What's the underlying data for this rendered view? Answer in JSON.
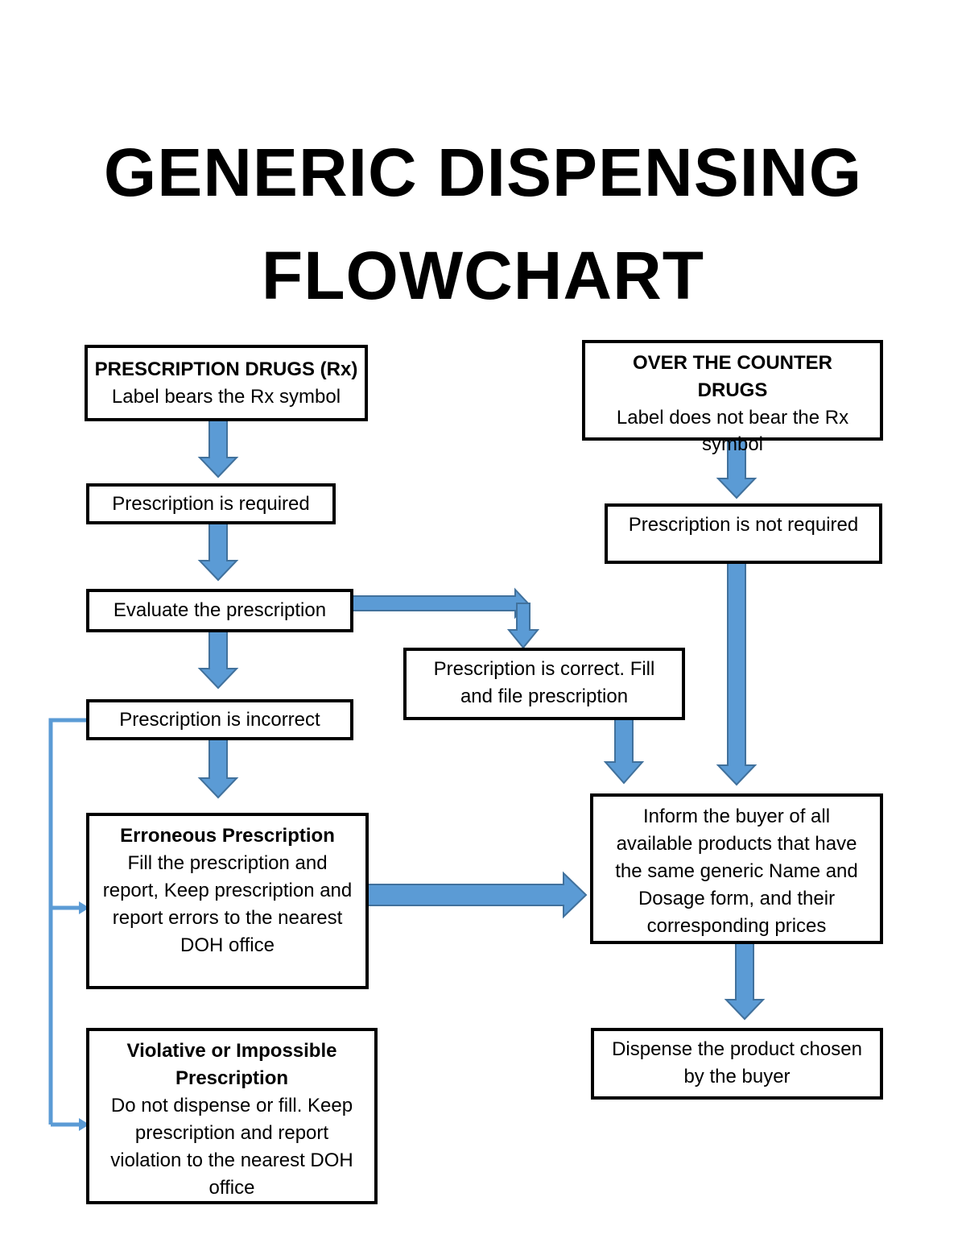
{
  "title": {
    "line1": "GENERIC DISPENSING",
    "line2": "FLOWCHART"
  },
  "nodes": {
    "rx": {
      "heading": "PRESCRIPTION DRUGS (Rx)",
      "text": "Label bears the Rx symbol"
    },
    "otc": {
      "heading": "OVER THE COUNTER DRUGS",
      "text": "Label does not bear the Rx symbol"
    },
    "rx_required": {
      "text": "Prescription is required"
    },
    "otc_not_required": {
      "text": "Prescription is not required"
    },
    "evaluate": {
      "text": "Evaluate the prescription"
    },
    "correct": {
      "text": "Prescription is correct. Fill and file prescription"
    },
    "incorrect": {
      "text": "Prescription is incorrect"
    },
    "erroneous": {
      "heading": "Erroneous Prescription",
      "text": "Fill the prescription and report, Keep prescription and report errors to the nearest DOH office"
    },
    "violative": {
      "heading": "Violative or Impossible Prescription",
      "text": "Do not dispense or fill. Keep prescription and report violation to the nearest DOH office"
    },
    "inform": {
      "text": "Inform the buyer of all available products that have the same generic Name and Dosage form, and their corresponding prices"
    },
    "dispense": {
      "text": "Dispense the product chosen by the buyer"
    }
  },
  "colors": {
    "arrow_fill": "#5b9bd5",
    "arrow_stroke": "#41719c",
    "connector": "#5b9bd5"
  }
}
